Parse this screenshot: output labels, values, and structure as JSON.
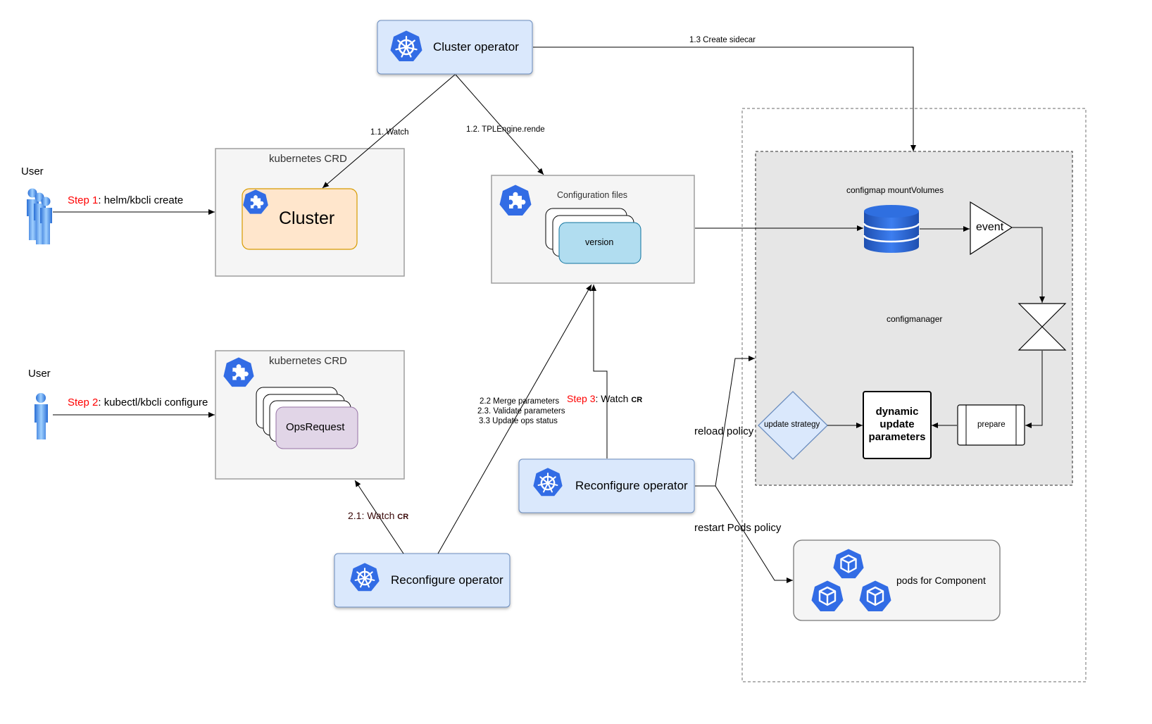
{
  "colors": {
    "k8s_blue": "#326ce5",
    "operator_fill": "#dae8fc",
    "operator_border": "#6c8ebf",
    "cluster_fill": "#ffe6cc",
    "cluster_border": "#d79b00",
    "ops_fill": "#e1d5e7",
    "ops_border": "#9673a6",
    "version_fill": "#b1ddf0",
    "version_border": "#10739e",
    "strategy_fill": "#dae8fc",
    "step_red": "#ff0000"
  },
  "nodes": {
    "cluster_operator": "Cluster operator",
    "crd1_title": "kubernetes CRD",
    "cluster": "Cluster",
    "crd2_title": "kubernetes CRD",
    "ops_request": "OpsRequest",
    "config_files_title": "Configuration files",
    "version": "version",
    "reconfigure_operator_left": "Reconfigure operator",
    "reconfigure_operator_right": "Reconfigure operator",
    "configmap_mount": "configmap mountVolumes",
    "event": "event",
    "configmanager": "configmanager",
    "update_strategy": "update strategy",
    "dynamic_update": "dynamic update parameters",
    "prepare": "prepare",
    "pods_component": "pods for Component"
  },
  "users": {
    "user1": "User",
    "user2": "User"
  },
  "edges": {
    "step1_prefix": "Step 1",
    "step1_text": ": helm/kbcli create",
    "step2_prefix": "Step 2",
    "step2_text": ": kubectl/kbcli configure",
    "step3_prefix": "Step 3",
    "step3_text": ": Watch ",
    "step3_cr": "CR",
    "watch_1_1": "1.1. Watch",
    "tpl_1_2": "1.2. TPLEngine.rende",
    "sidecar_1_3": "1.3 Create sidecar",
    "watch_2_1_text": "2.1: Watch ",
    "watch_2_1_cr": "CR",
    "merge_2_2": "2.2 Merge parameters",
    "validate_2_3": "2.3. Validate parameters",
    "update_3_3": "3.3 Update ops status",
    "reload_policy": "reload policy",
    "restart_policy": "restart Pods policy"
  },
  "icons": [
    "kubernetes-wheel-icon",
    "kubernetes-crd-puzzle-icon",
    "user-group-icon",
    "user-icon",
    "database-icon",
    "pod-cube-icon"
  ]
}
